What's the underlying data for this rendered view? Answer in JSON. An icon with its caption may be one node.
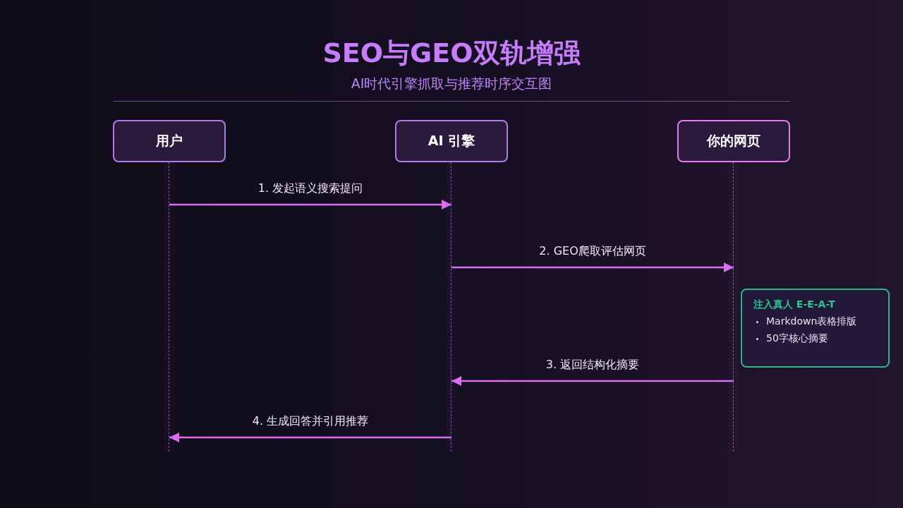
{
  "diagram": {
    "title": "SEO与GEO双轨增强",
    "caption": "AI时代引擎抓取与推荐时序交互图",
    "nodes": [
      {
        "text": [
          "用户"
        ]
      },
      {
        "text": [
          "AI 引擎"
        ]
      },
      {
        "text": [
          "你的网页"
        ]
      },
      {
        "text": [
          "注入真人 E-E-A-T",
          "Markdown表格排版",
          "50字核心摘要"
        ]
      },
      {
        "text": [],
        "shape": "line"
      },
      {
        "text": [],
        "shape": "line"
      },
      {
        "text": [],
        "shape": "line"
      }
    ],
    "edges": [
      {
        "from": 4,
        "to": 5,
        "arrow": "to",
        "label": "1. 发起语义搜索提问"
      },
      {
        "from": 5,
        "to": 6,
        "arrow": "to",
        "label": "2. GEO爬取评估网页"
      },
      {
        "from": 6,
        "to": 5,
        "arrow": "to",
        "label": "3. 返回结构化摘要"
      },
      {
        "from": 5,
        "to": 4,
        "arrow": "to",
        "label": "4. 生成回答并引用推荐"
      }
    ]
  }
}
